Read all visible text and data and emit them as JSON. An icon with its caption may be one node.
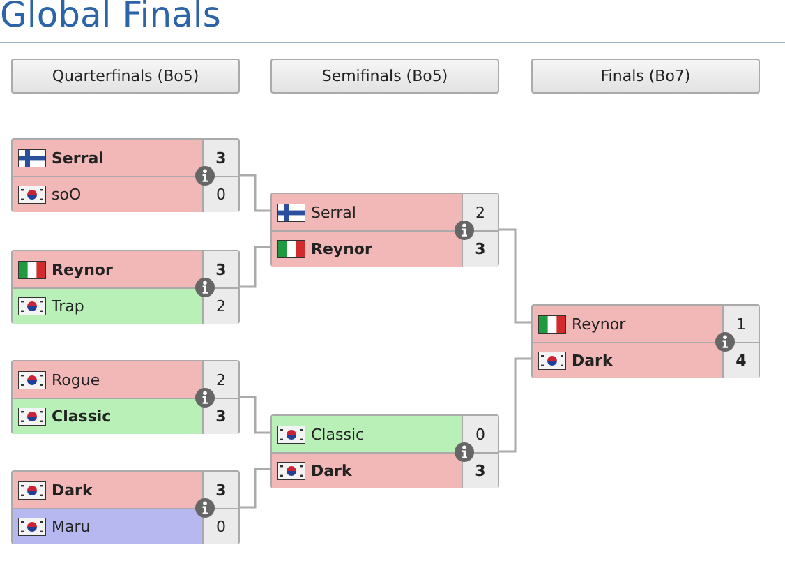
{
  "diagram": {
    "title": "Global Finals",
    "nodes": [
      {
        "text": [
          "Quarterfinals (Bo5)"
        ]
      },
      {
        "text": [
          "Semifinals (Bo5)"
        ]
      },
      {
        "text": [
          "Finals (Bo7)"
        ]
      },
      {
        "text": [],
        "shape": "box"
      },
      {
        "text": [
          "Serral",
          "3"
        ],
        "in": 3
      },
      {
        "text": [
          "soO",
          "0"
        ],
        "in": 3
      },
      {
        "text": [],
        "shape": "box"
      },
      {
        "text": [
          "Reynor",
          "3"
        ],
        "in": 6
      },
      {
        "text": [
          "Trap",
          "2"
        ],
        "in": 6
      },
      {
        "text": [],
        "shape": "box"
      },
      {
        "text": [
          "Rogue",
          "2"
        ],
        "in": 9
      },
      {
        "text": [
          "Classic",
          "3"
        ],
        "in": 9
      },
      {
        "text": [],
        "shape": "box"
      },
      {
        "text": [
          "Dark",
          "3"
        ],
        "in": 12
      },
      {
        "text": [
          "Maru",
          "0"
        ],
        "in": 12
      },
      {
        "text": [],
        "shape": "box"
      },
      {
        "text": [
          "Serral",
          "2"
        ],
        "in": 15
      },
      {
        "text": [
          "Reynor",
          "3"
        ],
        "in": 15
      },
      {
        "text": [],
        "shape": "box"
      },
      {
        "text": [
          "Classic",
          "0"
        ],
        "in": 18
      },
      {
        "text": [
          "Dark",
          "3"
        ],
        "in": 18
      },
      {
        "text": [],
        "shape": "box"
      },
      {
        "text": [
          "Reynor",
          "1"
        ],
        "in": 21
      },
      {
        "text": [
          "Dark",
          "4"
        ],
        "in": 21
      }
    ],
    "edges": [
      {
        "from": 3,
        "to": 15,
        "arrow": "none"
      },
      {
        "from": 6,
        "to": 15,
        "arrow": "none"
      },
      {
        "from": 9,
        "to": 18,
        "arrow": "none"
      },
      {
        "from": 12,
        "to": 18,
        "arrow": "none"
      },
      {
        "from": 15,
        "to": 21,
        "arrow": "none"
      },
      {
        "from": 18,
        "to": 21,
        "arrow": "none"
      }
    ]
  }
}
